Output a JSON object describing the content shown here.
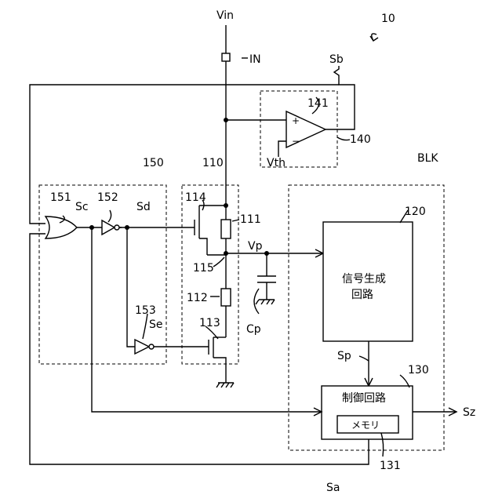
{
  "labels": {
    "vin": "Vin",
    "in": "IN",
    "fig_no": "10",
    "sb": "Sb",
    "comp": "141",
    "comp_block": "140",
    "plus": "+",
    "minus": "−",
    "vth": "Vth",
    "l150": "150",
    "l110": "110",
    "blk": "BLK",
    "l151": "151",
    "l152": "152",
    "sc": "Sc",
    "sd": "Sd",
    "l114": "114",
    "l111": "111",
    "l120": "120",
    "vp": "Vp",
    "l115": "115",
    "sig_gen_1": "信号生成",
    "sig_gen_2": "回路",
    "l112": "112",
    "l153": "153",
    "se": "Se",
    "l113": "113",
    "cp": "Cp",
    "sp": "Sp",
    "l130": "130",
    "ctrl": "制御回路",
    "memory": "メモリ",
    "sz": "Sz",
    "l131": "131",
    "sa": "Sa"
  }
}
